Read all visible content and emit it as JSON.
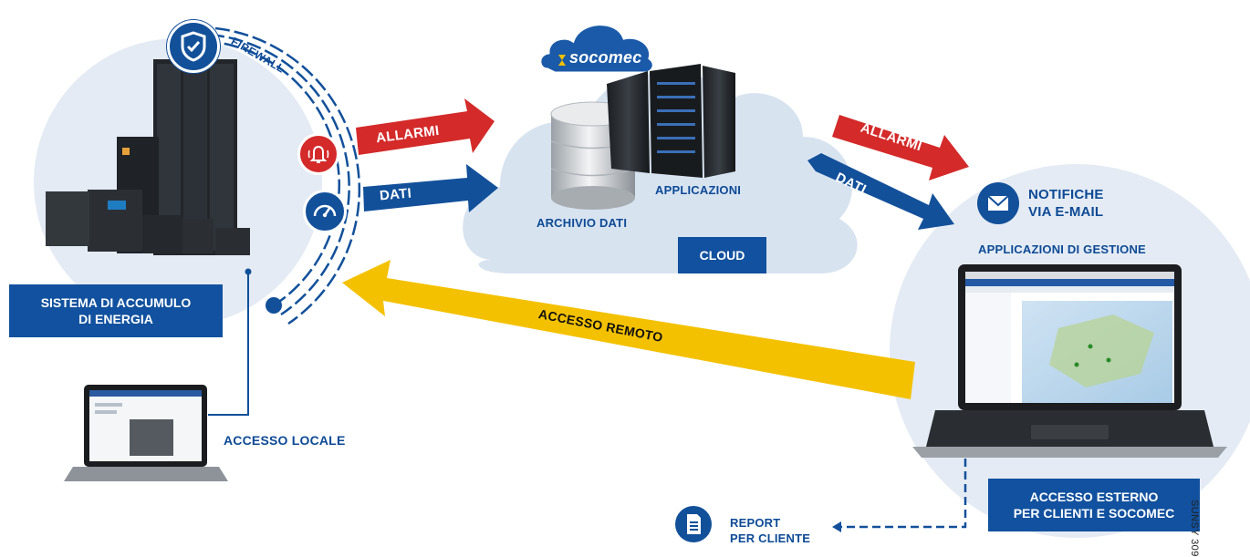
{
  "firewall_label": "FIREWALL",
  "storage_system_label": "SISTEMA DI ACCUMULO\nDI ENERGIA",
  "local_access_label": "ACCESSO LOCALE",
  "brand_name": "socomec",
  "arrow_alarms_left": "ALLARMI",
  "arrow_data_left": "DATI",
  "data_archive_label": "ARCHIVIO DATI",
  "applications_label": "APPLICAZIONI",
  "cloud_label": "CLOUD",
  "arrow_alarms_right": "ALLARMI",
  "arrow_data_right": "DATI",
  "email_notifications_label": "NOTIFICHE\nVIA E-MAIL",
  "management_apps_label": "APPLICAZIONI DI GESTIONE",
  "remote_access_label": "ACCESSO REMOTO",
  "external_access_label": "ACCESSO ESTERNO\nPER CLIENTI E SOCOMEC",
  "report_label": "REPORT\nPER CLIENTE",
  "figure_code": "SUNSY 309",
  "colors": {
    "navy": "#11519f",
    "alarm_red": "#d42a2a",
    "data_blue": "#12509a",
    "remote_yellow": "#f4c100",
    "cloud_bg": "#dbe5f1",
    "circle_bg": "#e4ebf4"
  }
}
